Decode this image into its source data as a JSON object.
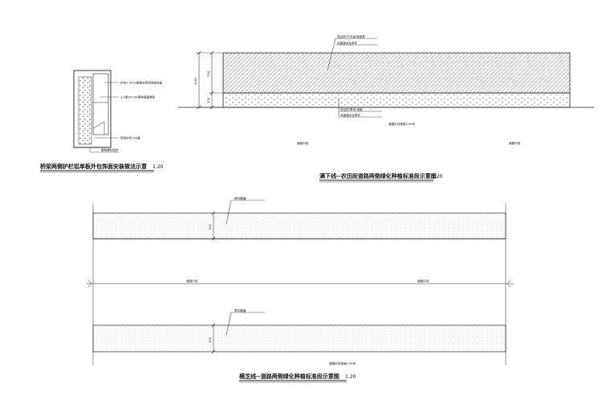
{
  "drawing": {
    "detail1": {
      "title": "桥梁两侧护栏铝单板外包饰面安装做法示意",
      "scale": "1:20",
      "callouts": [
        "外包2.5mm厚银灰色铝单板饰面",
        "1.2厚50×50镀锌钢管骨架",
        "现状护栏150高",
        "膨胀螺栓固定"
      ]
    },
    "detail2": {
      "title": "满下线--农田段道路两侧绿化种植标准段示意图",
      "scale": "1:20",
      "top_callouts": [
        "混合籽/千头菊/观赏草",
        "地被灌木及草坪"
      ],
      "bottom_callouts": [
        "混合籽/草坪/地被",
        "地被灌木及草坪"
      ],
      "dims": [
        "1000",
        "700",
        "300"
      ],
      "note_a": "道路中线",
      "note_b": "道路中线",
      "spacing_note": "道路红线宽度2.95米"
    },
    "detail3": {
      "title": "横芝线--道路两侧绿化种植标准段示意图",
      "scale": "1:20",
      "callout_top": "草坪撒播",
      "callout_bottom": "草坪撒播",
      "dim_top": "300",
      "dim_bottom": "300",
      "road_label_left": "道路中线",
      "road_label_right": "道路中线",
      "spacing_note": "道路红线宽度2.95米"
    }
  },
  "colors": {
    "line": "#222222",
    "hatch": "#555555",
    "paper": "#ffffff"
  }
}
